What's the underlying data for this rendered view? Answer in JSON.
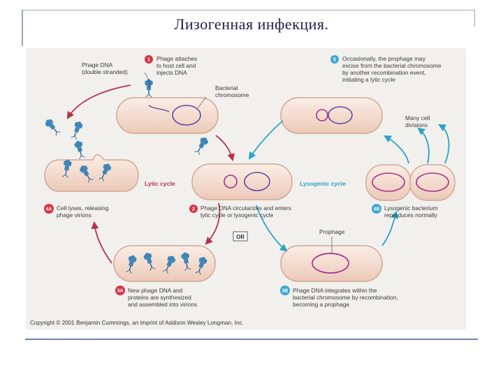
{
  "title": "Лизогенная инфекция.",
  "labels": {
    "phage_dna": [
      "Phage DNA",
      "(double stranded)"
    ],
    "bacterial_chromosome": [
      "Bacterial",
      "chromosome"
    ],
    "many_divisions": [
      "Many cell",
      "divisions"
    ],
    "prophage": "Prophage",
    "lytic_cycle": "Lytic cycle",
    "lysogenic_cycle": "Lysogenic cycle",
    "or": "OR"
  },
  "steps": [
    {
      "num": "1",
      "lines": [
        "Phage attaches",
        "to host cell and",
        "injects DNA"
      ]
    },
    {
      "num": "2",
      "lines": [
        "Phage DNA circularizes and enters",
        "lytic cycle or lysogenic cycle"
      ]
    },
    {
      "num": "3A",
      "lines": [
        "New phage DNA and",
        "proteins are synthesized",
        "and assembled into virions"
      ]
    },
    {
      "num": "4A",
      "lines": [
        "Cell lyses, releasing",
        "phage virions"
      ]
    },
    {
      "num": "3B",
      "lines": [
        "Phage DNA integrates within the",
        "bacterial chromosome by recombination,",
        "becoming a prophage"
      ]
    },
    {
      "num": "4B",
      "lines": [
        "Lysogenic bacterium",
        "reproduces normally"
      ]
    },
    {
      "num": "5",
      "lines": [
        "Occasionally, the prophage may",
        "excise from the bacterial chromosome",
        "by another recombination event,",
        "initiating a lytic cycle"
      ]
    }
  ],
  "copyright": "Copyright © 2001 Benjamin Cummings, an imprint of Addison Wesley Longman, Inc.",
  "colors": {
    "lytic": "#b5324e",
    "lysogenic": "#2aa3c8",
    "badge_red": "#d8334a",
    "badge_blue": "#3ea6d4",
    "phage": "#3f86b8",
    "cell": "#f6e2d6",
    "cell_edge": "#cfa896",
    "chromosome": "#5a4aa8",
    "prophage": "#a82e8c"
  }
}
